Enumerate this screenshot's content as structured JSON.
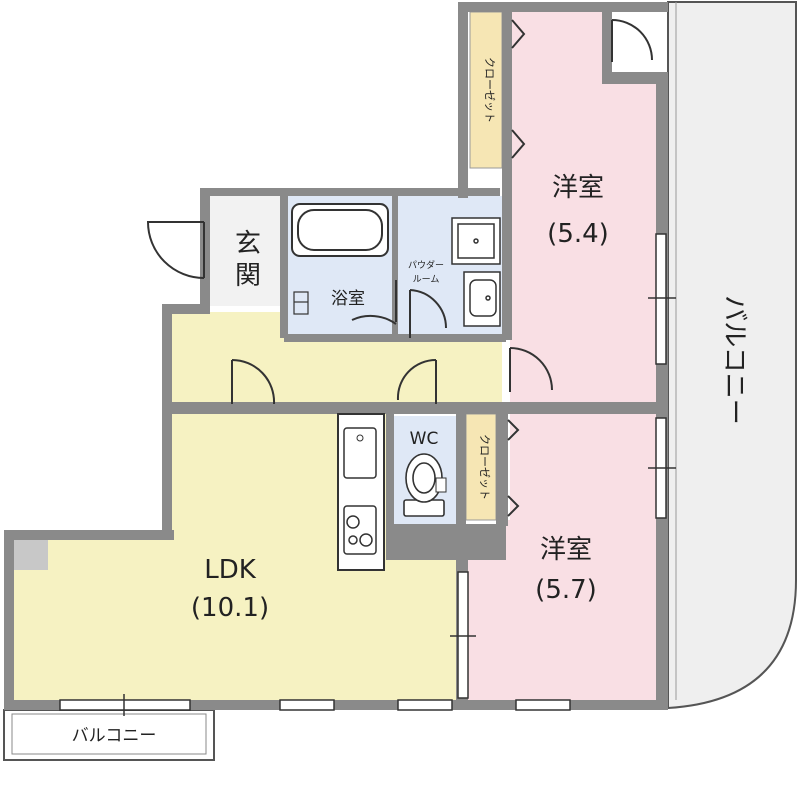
{
  "rooms": {
    "ldk": {
      "name": "LDK",
      "size": "(10.1)"
    },
    "western_room_upper": {
      "name": "洋室",
      "size": "(5.4)"
    },
    "western_room_lower": {
      "name": "洋室",
      "size": "(5.7)"
    },
    "entrance": {
      "char1": "玄",
      "char2": "関"
    },
    "bathroom": {
      "name": "浴室"
    },
    "powder_room": {
      "line1": "パウダー",
      "line2": "ルーム"
    },
    "wc": {
      "name": "WC"
    }
  },
  "closets": {
    "upper": "クローゼット",
    "lower": "クローゼット"
  },
  "balconies": {
    "right": "バルコニー",
    "bottom": "バルコニー"
  },
  "colors": {
    "wall": "#8a8a8a",
    "wall_light": "#c8c8c8",
    "ldk_floor": "#f6f2c2",
    "western_floor": "#f9dfe4",
    "wet_floor": "#dfe8f6",
    "closet": "#f6e6b4",
    "balcony": "#efefef",
    "entrance_floor": "#f2f2f2"
  }
}
